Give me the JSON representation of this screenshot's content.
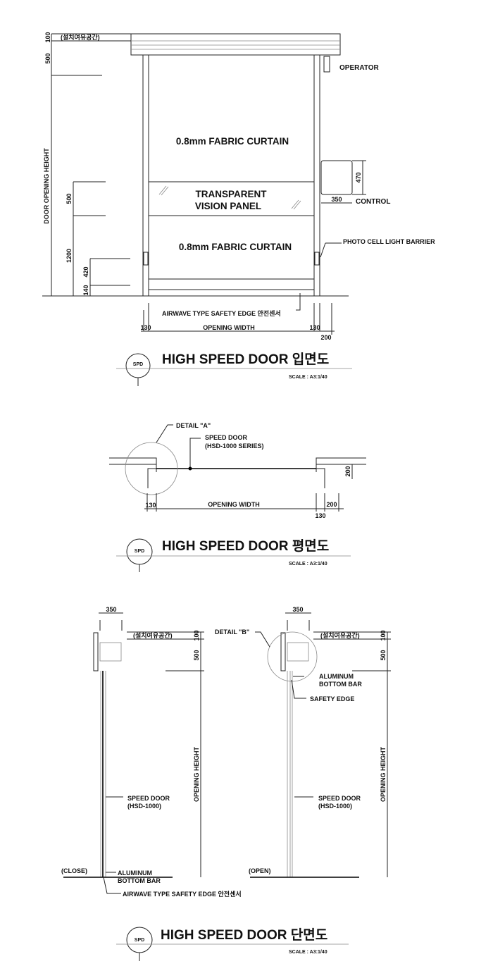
{
  "elevation": {
    "title": "HIGH SPEED DOOR 입면도",
    "badge": "SPD",
    "scale": "SCALE : A3:1/40",
    "clearance_label": "(설치여유공간)",
    "dims": {
      "top100": "100",
      "top500": "500",
      "height_label": "DOOR OPENING HEIGHT",
      "panel500": "500",
      "d1200": "1200",
      "d420": "420",
      "d140": "140",
      "ctrl470": "470",
      "ctrl350": "350",
      "left130": "130",
      "width_label": "OPENING WIDTH",
      "right130": "130",
      "right200": "200"
    },
    "labels": {
      "operator": "OPERATOR",
      "curtain_top": "0.8mm FABRIC CURTAIN",
      "vision1": "TRANSPARENT",
      "vision2": "VISION PANEL",
      "curtain_bottom": "0.8mm FABRIC CURTAIN",
      "control": "CONTROL",
      "photocell": "PHOTO CELL LIGHT BARRIER",
      "safety_edge": "AIRWAVE TYPE SAFETY EDGE 안전센서"
    }
  },
  "plan": {
    "title": "HIGH SPEED DOOR 평면도",
    "badge": "SPD",
    "scale": "SCALE : A3:1/40",
    "detail": "DETAIL \"A\"",
    "door1": "SPEED DOOR",
    "door2": "(HSD-1000 SERIES)",
    "dims": {
      "left130": "130",
      "width_label": "OPENING WIDTH",
      "right130": "130",
      "right200": "200",
      "depth200": "200"
    }
  },
  "section": {
    "title": "HIGH SPEED DOOR 단면도",
    "badge": "SPD",
    "scale": "SCALE : A3:1/40",
    "close": {
      "state": "(CLOSE)",
      "w350": "350",
      "clearance": "(설치여유공간)",
      "d100": "100",
      "d500": "500",
      "height_label": "OPENING HEIGHT",
      "door1": "SPEED DOOR",
      "door2": "(HSD-1000)",
      "bar1": "ALUMINUM",
      "bar2": "BOTTOM BAR",
      "edge": "AIRWAVE TYPE SAFETY EDGE 안전센서"
    },
    "open": {
      "state": "(OPEN)",
      "w350": "350",
      "detail": "DETAIL \"B\"",
      "clearance": "(설치여유공간)",
      "d100": "100",
      "d500": "500",
      "height_label": "OPENING HEIGHT",
      "bar1": "ALUMINUM",
      "bar2": "BOTTOM BAR",
      "edge": "SAFETY EDGE",
      "door1": "SPEED DOOR",
      "door2": "(HSD-1000)"
    }
  }
}
